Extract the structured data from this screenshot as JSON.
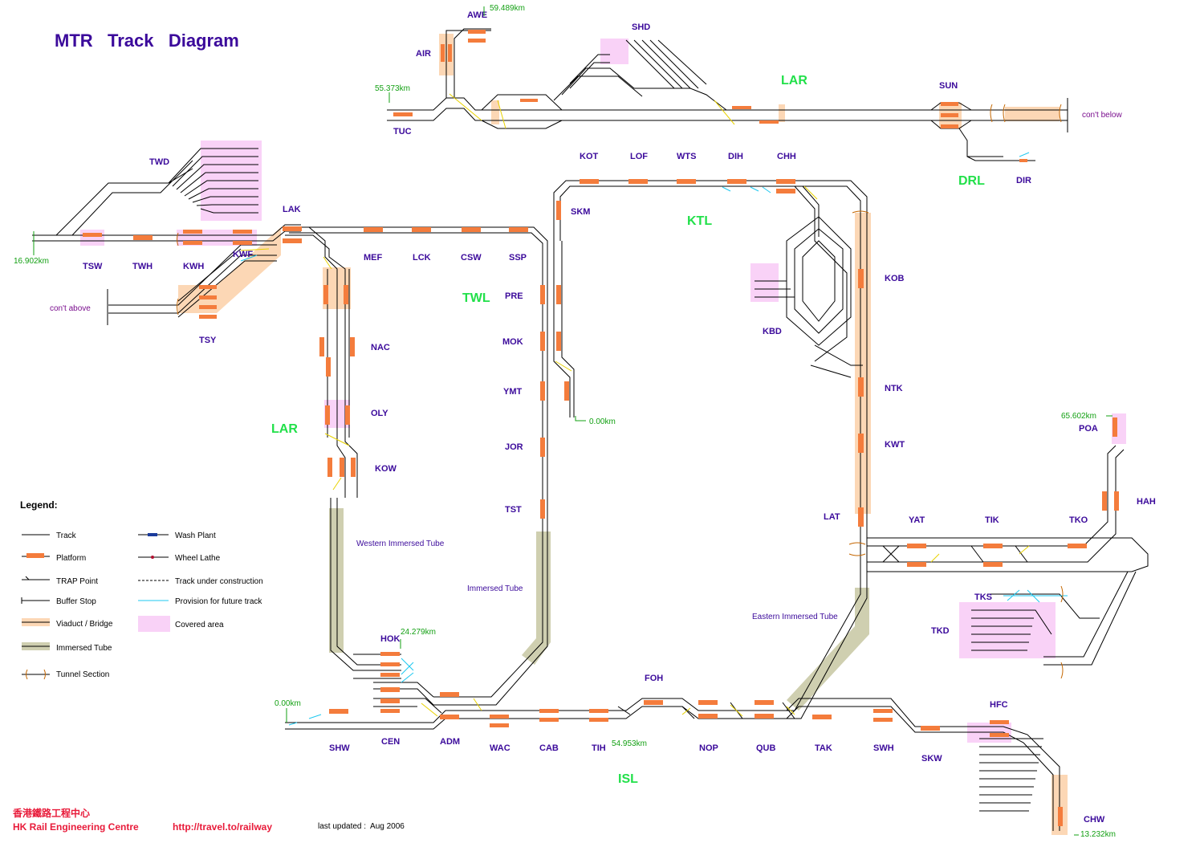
{
  "title": "MTR   Track   Diagram",
  "lines": {
    "LAR_top": "LAR",
    "LAR_left": "LAR",
    "TWL": "TWL",
    "KTL": "KTL",
    "ISL": "ISL",
    "DRL": "DRL"
  },
  "stations": {
    "AWE": "AWE",
    "AIR": "AIR",
    "SHD": "SHD",
    "TUC": "TUC",
    "SUN": "SUN",
    "DIR": "DIR",
    "TWD": "TWD",
    "LAK": "LAK",
    "TSW": "TSW",
    "TWH": "TWH",
    "KWH": "KWH",
    "KWF": "KWF",
    "TSY": "TSY",
    "MEF": "MEF",
    "LCK": "LCK",
    "CSW": "CSW",
    "SSP": "SSP",
    "PRE": "PRE",
    "MOK": "MOK",
    "YMT": "YMT",
    "JOR": "JOR",
    "TST": "TST",
    "NAC": "NAC",
    "OLY": "OLY",
    "KOW": "KOW",
    "HOK": "HOK",
    "KOT": "KOT",
    "LOF": "LOF",
    "WTS": "WTS",
    "DIH": "DIH",
    "CHH": "CHH",
    "SKM": "SKM",
    "KOB": "KOB",
    "KBD": "KBD",
    "NTK": "NTK",
    "KWT": "KWT",
    "LAT": "LAT",
    "YAT": "YAT",
    "TIK": "TIK",
    "TKO": "TKO",
    "POA": "POA",
    "HAH": "HAH",
    "TKS": "TKS",
    "TKD": "TKD",
    "HFC": "HFC",
    "CHW": "CHW",
    "SHW": "SHW",
    "CEN": "CEN",
    "ADM": "ADM",
    "WAC": "WAC",
    "CAB": "CAB",
    "TIH": "TIH",
    "FOH": "FOH",
    "NOP": "NOP",
    "QUB": "QUB",
    "TAK": "TAK",
    "SWH": "SWH",
    "SKW": "SKW"
  },
  "km_markers": {
    "awe": "59.489km",
    "tuc": "55.373km",
    "tsw": "16.902km",
    "hok": "24.279km",
    "twl_end": "0.00km",
    "shw": "0.00km",
    "tih": "54.953km",
    "poa": "65.602km",
    "chw": "13.232km"
  },
  "notes": {
    "cont_below": "con't below",
    "cont_above": "con't above",
    "western_tube": "Western Immersed Tube",
    "immersed_tube": "Immersed Tube",
    "eastern_tube": "Eastern Immersed Tube"
  },
  "legend": {
    "title": "Legend:",
    "items": [
      "Track",
      "Platform",
      "TRAP Point",
      "Buffer Stop",
      "Viaduct / Bridge",
      "Immersed Tube",
      "Tunnel Section",
      "Wash Plant",
      "Wheel Lathe",
      "Track under construction",
      "Provision for future track",
      "Covered area"
    ]
  },
  "footer": {
    "org_cn": "香港鐵路工程中心",
    "org_en": "HK Rail Engineering Centre",
    "url": "http://travel.to/railway",
    "updated": "last updated :  Aug 2006"
  },
  "colors": {
    "track": "#000000",
    "platform": "#f47c3c",
    "viaduct": "#fcd7b5",
    "tube": "#cfcfb0",
    "covered": "#f9d2f7",
    "station_text": "#3b0a9b",
    "line_text": "#22e04a",
    "km_text": "#13a013",
    "note_text": "#7a0e8e",
    "future_track": "#1ec8f0",
    "footer": "#e81b3a"
  }
}
